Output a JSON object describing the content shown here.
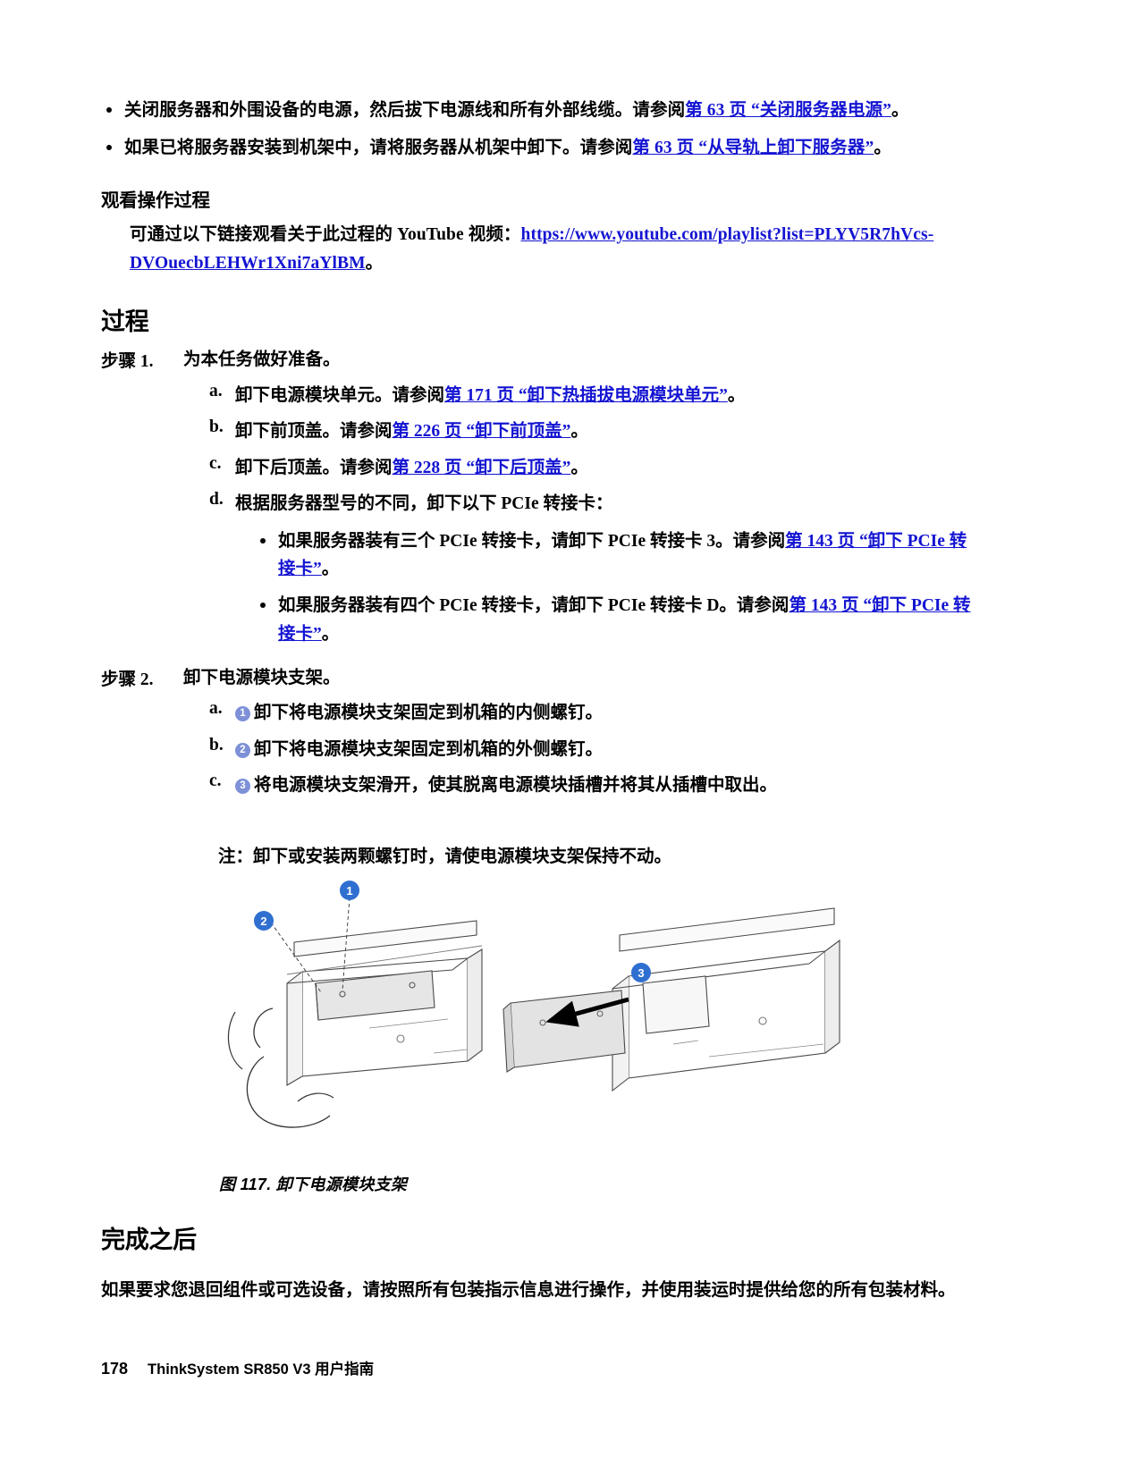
{
  "document": {
    "prereq_bullets": [
      {
        "text_before": "关闭服务器和外围设备的电源，然后拔下电源线和所有外部线缆。请参阅",
        "link": "第 63 页 “关闭服务器电源”",
        "text_after": "。"
      },
      {
        "text_before": "如果已将服务器安装到机架中，请将服务器从机架中卸下。请参阅",
        "link": "第 63 页 “从导轨上卸下服务器”",
        "text_after": "。"
      }
    ],
    "watch_heading": "观看操作过程",
    "watch_text_before": "可通过以下链接观看关于此过程的 YouTube 视频：",
    "watch_url": "https://www.youtube.com/playlist?list=PLYV5R7hVcs-DVOuecbLEHWr1Xni7aYlBM",
    "watch_text_after": "。",
    "procedure_heading": "过程",
    "steps": [
      {
        "label": "步骤 1.",
        "text": "为本任务做好准备。",
        "substeps": [
          {
            "label": "a.",
            "text_before": "卸下电源模块单元。请参阅",
            "link": "第 171 页 “卸下热插拔电源模块单元”",
            "text_after": "。"
          },
          {
            "label": "b.",
            "text_before": "卸下前顶盖。请参阅",
            "link": "第 226 页 “卸下前顶盖”",
            "text_after": "。"
          },
          {
            "label": "c.",
            "text_before": "卸下后顶盖。请参阅",
            "link": "第 228 页 “卸下后顶盖”",
            "text_after": "。"
          },
          {
            "label": "d.",
            "text_before": "根据服务器型号的不同，卸下以下 PCIe 转接卡：",
            "link": "",
            "text_after": "",
            "bullets": [
              {
                "text_before": "如果服务器装有三个 PCIe 转接卡，请卸下 PCIe 转接卡 3。请参阅",
                "link": "第 143 页 “卸下 PCIe 转接卡”",
                "text_after": "。"
              },
              {
                "text_before": "如果服务器装有四个 PCIe 转接卡，请卸下 PCIe 转接卡 D。请参阅",
                "link": "第 143 页 “卸下 PCIe 转接卡”",
                "text_after": "。"
              }
            ]
          }
        ]
      },
      {
        "label": "步骤 2.",
        "text": "卸下电源模块支架。",
        "substeps": [
          {
            "label": "a.",
            "callout": "1",
            "text_before": "卸下将电源模块支架固定到机箱的内侧螺钉。",
            "link": "",
            "text_after": ""
          },
          {
            "label": "b.",
            "callout": "2",
            "text_before": "卸下将电源模块支架固定到机箱的外侧螺钉。",
            "link": "",
            "text_after": ""
          },
          {
            "label": "c.",
            "callout": "3",
            "text_before": "将电源模块支架滑开，使其脱离电源模块插槽并将其从插槽中取出。",
            "link": "",
            "text_after": ""
          }
        ]
      }
    ],
    "note_text": "注：卸下或安装两颗螺钉时，请使电源模块支架保持不动。",
    "figure": {
      "callouts": [
        "1",
        "2",
        "3"
      ],
      "caption": "图 117.  卸下电源模块支架"
    },
    "after_heading": "完成之后",
    "after_text": "如果要求您退回组件或可选设备，请按照所有包装指示信息进行操作，并使用装运时提供给您的所有包装材料。",
    "footer": {
      "page_number": "178",
      "title": "ThinkSystem SR850 V3 用户指南"
    },
    "colors": {
      "link": "#1414d2",
      "callout": "#7d90d8"
    }
  }
}
